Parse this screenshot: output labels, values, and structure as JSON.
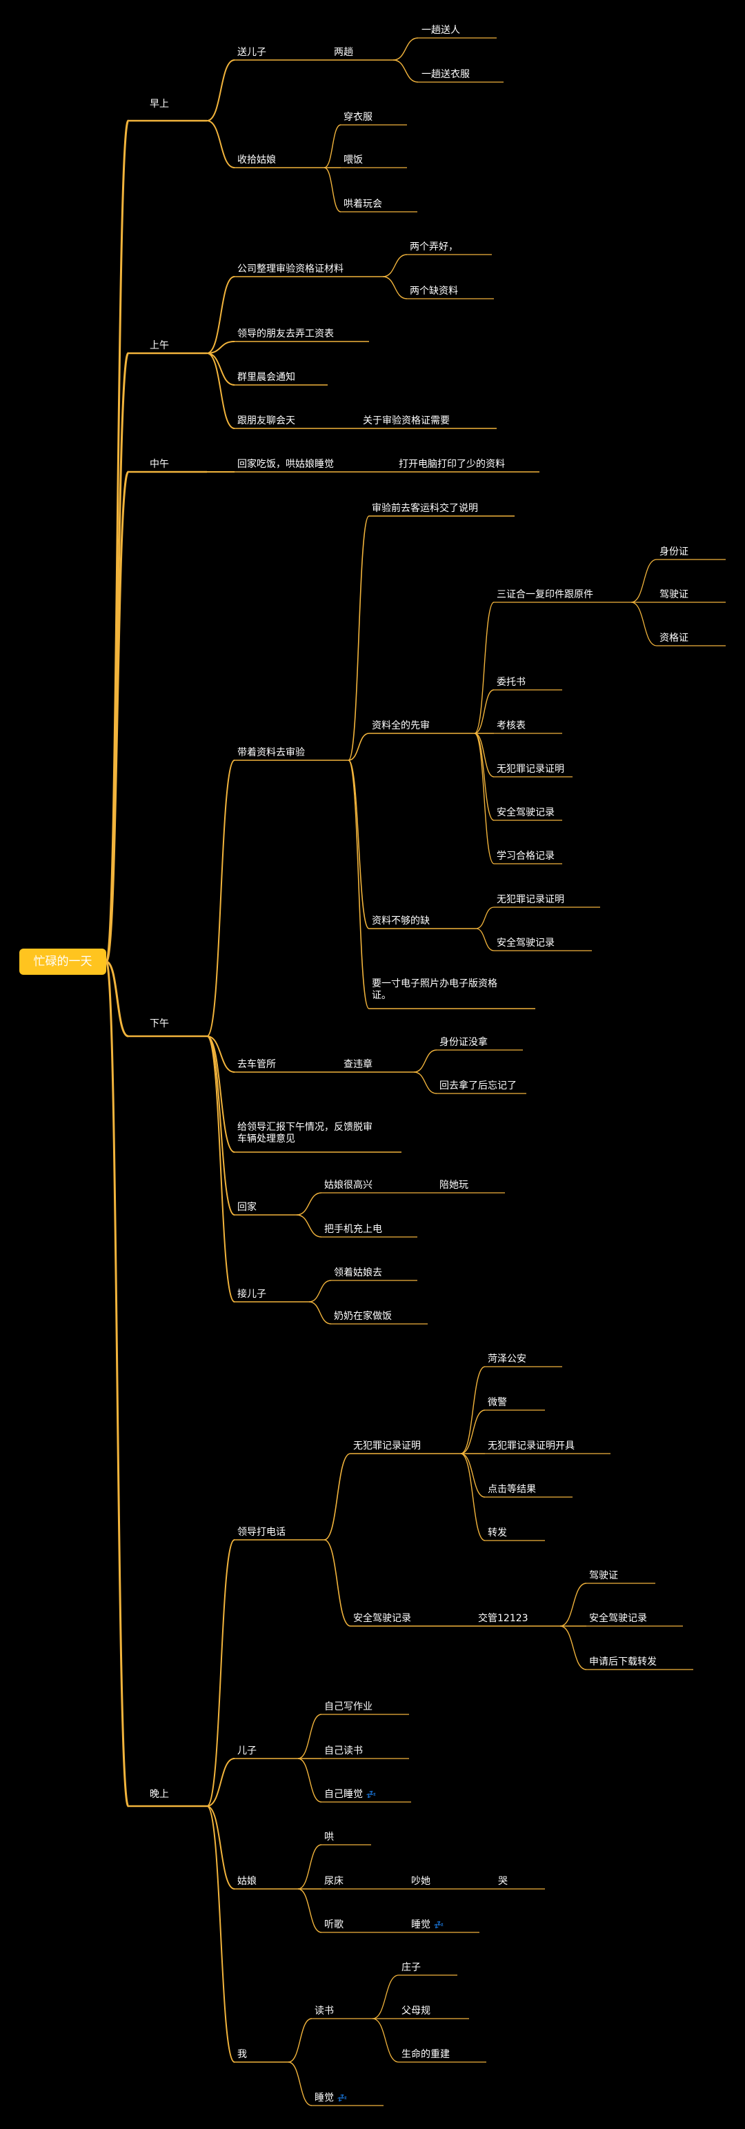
{
  "root": "忙碌的一天",
  "line_color": "#f2b43c",
  "root_color": "#ffc41f",
  "nodes": {
    "n1": "早上",
    "n2": "送儿子",
    "n3": "两趟",
    "n4": "一趟送人",
    "n5": "一趟送衣服",
    "n6": "收拾姑娘",
    "n7": "穿衣服",
    "n8": "喂饭",
    "n9": "哄着玩会",
    "n10": "上午",
    "n11": "公司整理审验资格证材料",
    "n12": "两个弄好，",
    "n13": "两个缺资料",
    "n14": "领导的朋友去弄工资表",
    "n15": "群里晨会通知",
    "n16": "跟朋友聊会天",
    "n17": "关于审验资格证需要",
    "n18": "中午",
    "n19": "回家吃饭，哄姑娘睡觉",
    "n20": "打开电脑打印了少的资料",
    "n21": "下午",
    "n22": "带着资料去审验",
    "n23": "审验前去客运科交了说明",
    "n24": "资料全的先审",
    "n25": "三证合一复印件跟原件",
    "n26": "身份证",
    "n27": "驾驶证",
    "n28": "资格证",
    "n29": "委托书",
    "n30": "考核表",
    "n31": "无犯罪记录证明",
    "n32": "安全驾驶记录",
    "n33": "学习合格记录",
    "n34": "资料不够的缺",
    "n35": "无犯罪记录证明",
    "n36": "安全驾驶记录",
    "n37": "要一寸电子照片办电子版资格证。",
    "n38": "去车管所",
    "n39": "查违章",
    "n40": "身份证没拿",
    "n41": "回去拿了后忘记了",
    "n42": "给领导汇报下午情况，反馈脱审车辆处理意见",
    "n43": "回家",
    "n44": "姑娘很高兴",
    "n45": "陪她玩",
    "n46": "把手机充上电",
    "n47": "接儿子",
    "n48": "领着姑娘去",
    "n49": "奶奶在家做饭",
    "n50": "晚上",
    "n51": "领导打电话",
    "n52": "无犯罪记录证明",
    "n53": "菏泽公安",
    "n54": "微警",
    "n55": "无犯罪记录证明开具",
    "n56": "点击等结果",
    "n57": "转发",
    "n58": "安全驾驶记录",
    "n59": "交管12123",
    "n60": "驾驶证",
    "n61": "安全驾驶记录",
    "n62": "申请后下载转发",
    "n63": "儿子",
    "n64": "自己写作业",
    "n65": "自己读书",
    "n66": "自己睡觉",
    "n67": "姑娘",
    "n68": "哄",
    "n69": "尿床",
    "n70": "吵她",
    "n71": "哭",
    "n72": "听歌",
    "n73": "睡觉",
    "n74": "我",
    "n75": "读书",
    "n76": "庄子",
    "n77": "父母规",
    "n78": "生命的重建",
    "n79": "睡觉"
  },
  "icons": {
    "sleep": "💤"
  }
}
